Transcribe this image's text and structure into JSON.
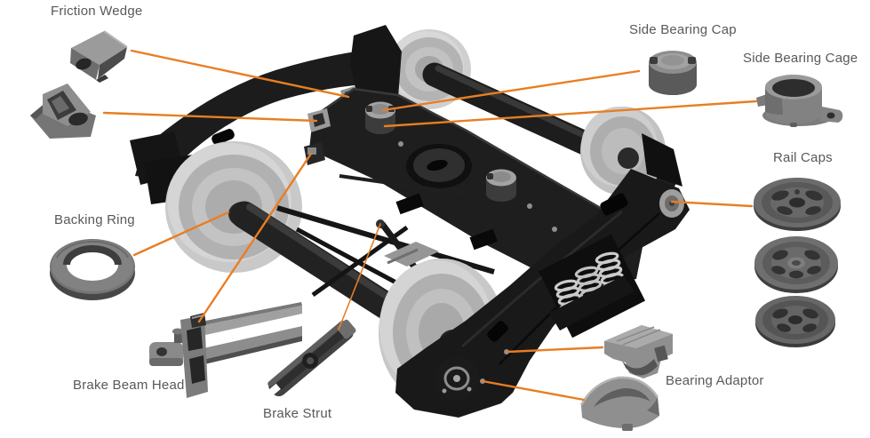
{
  "figure": {
    "type": "annotated-parts-diagram",
    "subject": "railway freight bogie (three-piece truck) exploded parts",
    "background": "#ffffff",
    "leader_line_color": "#E87E22",
    "label_text_color": "#595959",
    "labels": [
      {
        "id": "friction-wedge",
        "text": "Friction Wedge"
      },
      {
        "id": "side-bearing-cap",
        "text": "Side Bearing Cap"
      },
      {
        "id": "side-bearing-cage",
        "text": "Side Bearing Cage"
      },
      {
        "id": "rail-caps",
        "text": "Rail Caps"
      },
      {
        "id": "backing-ring",
        "text": "Backing Ring"
      },
      {
        "id": "brake-beam-head",
        "text": "Brake Beam Head"
      },
      {
        "id": "brake-strut",
        "text": "Brake Strut"
      },
      {
        "id": "bearing-adaptor",
        "text": "Bearing Adaptor"
      }
    ]
  }
}
